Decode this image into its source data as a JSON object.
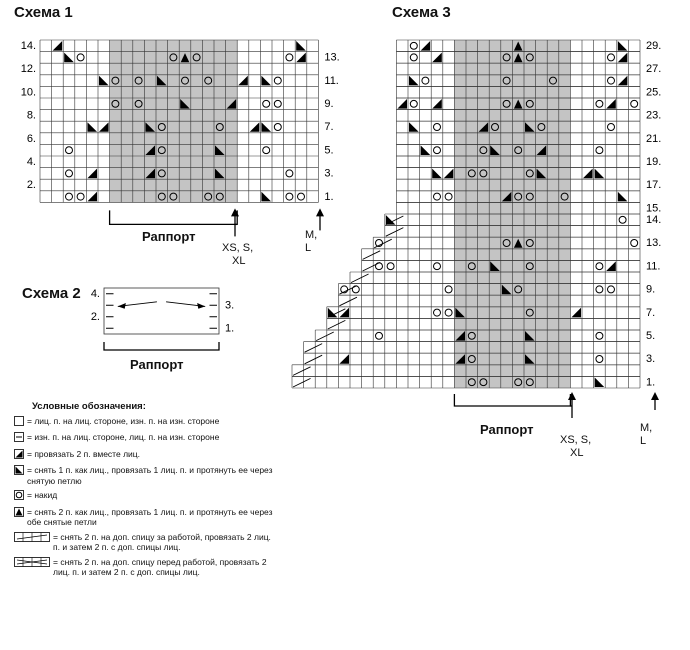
{
  "scheme1": {
    "title": "Схема 1",
    "left_labels": [
      "14.",
      "12.",
      "10.",
      "8.",
      "6.",
      "4.",
      "2."
    ],
    "right_labels": [
      "13.",
      "11.",
      "9.",
      "7.",
      "5.",
      "3.",
      "1."
    ],
    "rapport": "Раппорт",
    "size_a": [
      "XS, S,",
      "XL"
    ],
    "size_b": [
      "M,",
      "L"
    ]
  },
  "scheme2": {
    "title": "Схема 2",
    "left_labels": [
      "4.",
      "2."
    ],
    "right_labels": [
      "3.",
      "1."
    ],
    "rapport": "Раппорт"
  },
  "scheme3": {
    "title": "Схема 3",
    "right_labels": [
      "29.",
      "27.",
      "25.",
      "23.",
      "21.",
      "19.",
      "17.",
      "15.",
      "14.",
      "13.",
      "11.",
      "9.",
      "7.",
      "5.",
      "3.",
      "1."
    ],
    "rapport": "Раппорт",
    "size_a": [
      "XS, S,",
      "XL"
    ],
    "size_b": [
      "M,",
      "L"
    ]
  },
  "legend": {
    "title": "Условные обозначения:",
    "items": [
      {
        "icon": "blank-square-icon",
        "text": "= лиц. п. на лиц. стороне, изн. п. на изн. стороне"
      },
      {
        "icon": "dash-square-icon",
        "text": "= изн. п. на лиц. стороне, лиц. п. на изн. стороне"
      },
      {
        "icon": "k2tog-icon",
        "text": "= провязать 2 п. вместе лиц."
      },
      {
        "icon": "ssk-icon",
        "text": "= снять 1 п. как лиц., провязать 1 лиц. п. и протянуть ее через снятую петлю"
      },
      {
        "icon": "yarn-over-icon",
        "text": "= накид"
      },
      {
        "icon": "double-decrease-icon",
        "text": "= снять 2 п. как лиц., провязать 1 лиц. п. и протянуть ее через обе снятые петли"
      },
      {
        "icon": "cable-back-icon",
        "text": "= снять 2 п. на доп. спицу за работой, провязать 2 лиц. п. и затем 2 п. с доп. спицы лиц."
      },
      {
        "icon": "cable-front-icon",
        "text": "= снять 2 п. на доп. спицу перед работой, провязать 2 лиц. п. и затем 2 п. с доп. спицы лиц."
      }
    ]
  }
}
